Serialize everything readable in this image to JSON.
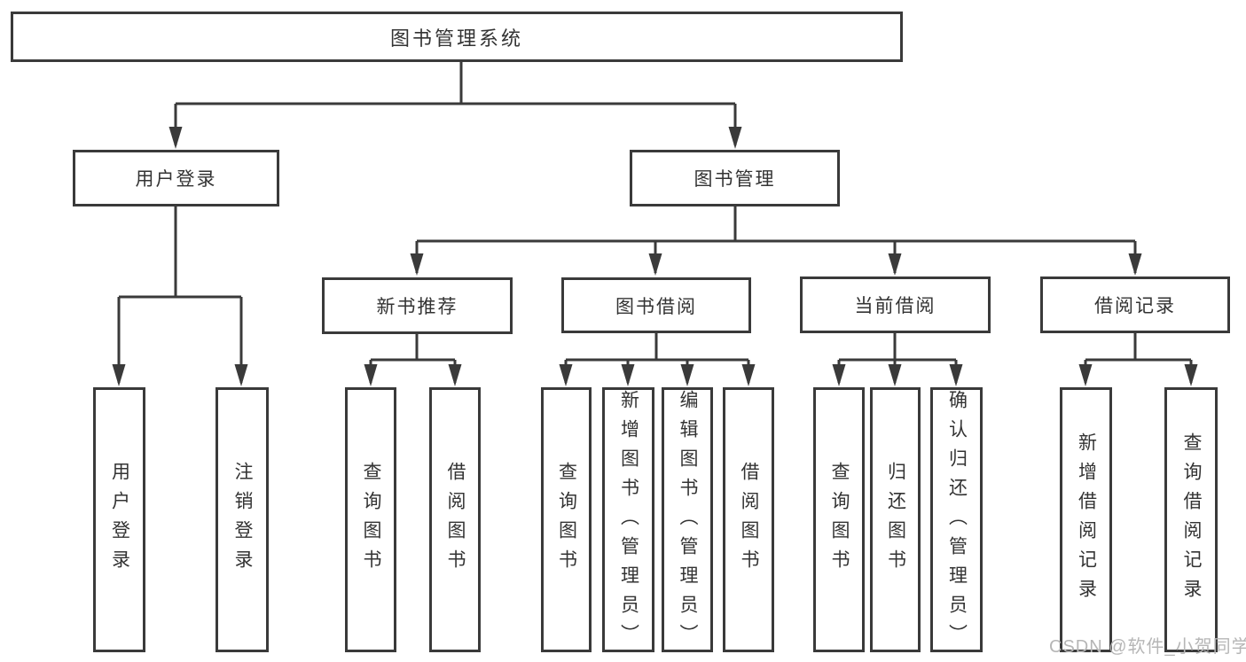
{
  "diagram": {
    "type": "hierarchy-diagram",
    "watermark": "CSDN @软件_小贺同学",
    "colors": {
      "line": "#3a3a3a",
      "box_border": "#3a3a3a",
      "box_background": "#ffffff",
      "text": "#333333",
      "watermark_text": "#b6b6b6",
      "page_background": "#ffffff"
    },
    "tree": {
      "label": "图书管理系统",
      "children": [
        {
          "label": "用户登录",
          "children": [
            {
              "label": "用户登录"
            },
            {
              "label": "注销登录"
            }
          ]
        },
        {
          "label": "图书管理",
          "children": [
            {
              "label": "新书推荐",
              "children": [
                {
                  "label": "查询图书"
                },
                {
                  "label": "借阅图书"
                }
              ]
            },
            {
              "label": "图书借阅",
              "children": [
                {
                  "label": "查询图书"
                },
                {
                  "label": "新增图书（管理员）"
                },
                {
                  "label": "编辑图书（管理员）"
                },
                {
                  "label": "借阅图书"
                }
              ]
            },
            {
              "label": "当前借阅",
              "children": [
                {
                  "label": "查询图书"
                },
                {
                  "label": "归还图书"
                },
                {
                  "label": "确认归还（管理员）"
                }
              ]
            },
            {
              "label": "借阅记录",
              "children": [
                {
                  "label": "新增借阅记录"
                },
                {
                  "label": "查询借阅记录"
                }
              ]
            }
          ]
        }
      ]
    }
  }
}
